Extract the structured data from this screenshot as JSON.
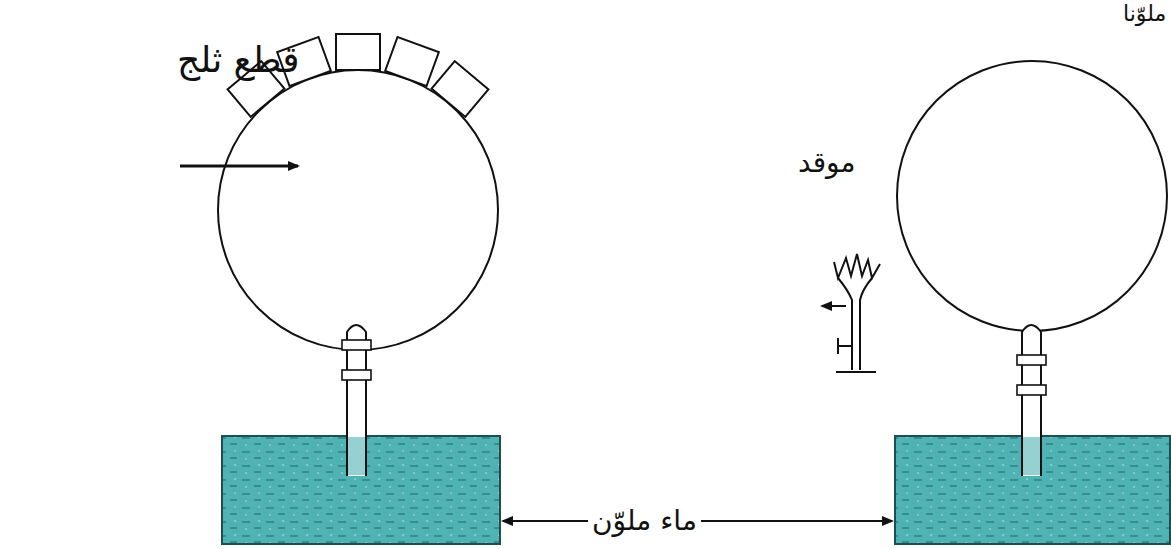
{
  "diagram": {
    "labels": [
      "ملوّنا",
      "قطع ثلج",
      "موقد",
      "ماء ملوّن"
    ]
  }
}
